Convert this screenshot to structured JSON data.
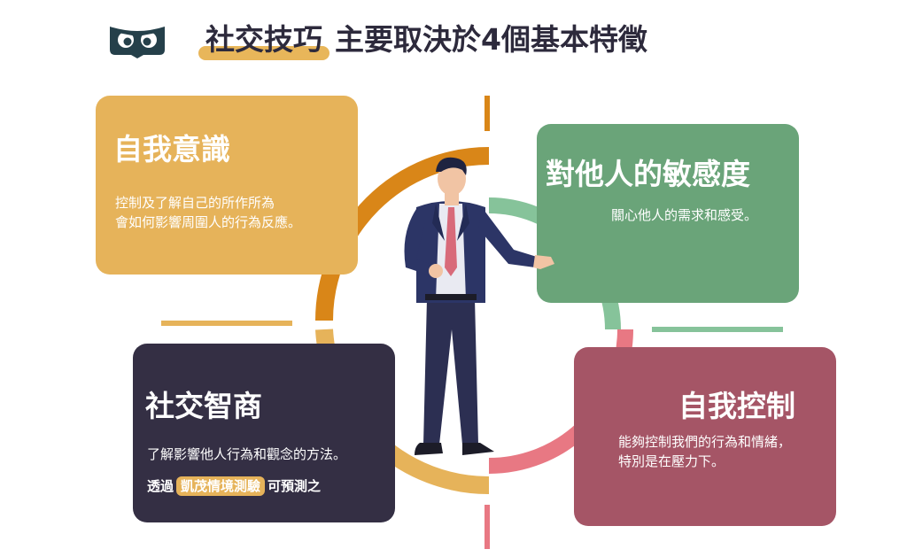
{
  "header": {
    "title_highlight": "社交技巧",
    "title_rest": "主要取決於4個基本特徵",
    "logo_icon": "owl-eyes-icon"
  },
  "cards": {
    "self_awareness": {
      "title": "自我意識",
      "line1": "控制及了解自己的所作所為",
      "line2": "會如何影響周圍人的行為反應。",
      "color": "#e6b35a"
    },
    "sensitivity": {
      "title": "對他人的敏感度",
      "line1": "關心他人的需求和感受。",
      "color": "#6aa479"
    },
    "social_iq": {
      "title": "社交智商",
      "line1": "了解影響他人行為和觀念的方法。",
      "line2_prefix": "透過",
      "line2_highlight": "凱茂情境測驗",
      "line2_suffix": "可預測之",
      "color": "#342f44"
    },
    "self_control": {
      "title": "自我控制",
      "line1": "能夠控制我們的行為和情緒，",
      "line2": "特別是在壓力下。",
      "color": "#a55566"
    }
  },
  "illustration": {
    "figure": "businessman-presenting-icon",
    "ring_colors": [
      "#d98618",
      "#e6b35a",
      "#86c39a",
      "#e87883"
    ]
  }
}
